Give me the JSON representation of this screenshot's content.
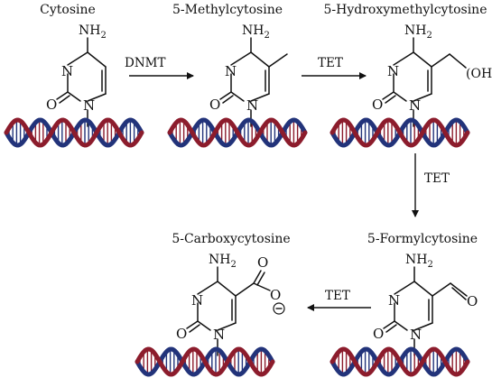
{
  "titles": {
    "cytosine": "Cytosine",
    "methyl": "5-Methylcytosine",
    "hydroxy": "5-Hydroxymethylcytosine",
    "formyl": "5-Formylcytosine",
    "carboxy": "5-Carboxycytosine"
  },
  "enzymes": {
    "dnmt": "DNMT",
    "tet1": "TET",
    "tet2": "TET",
    "tet3": "TET"
  },
  "atoms": {
    "N": "N",
    "O": "O",
    "NH": "NH",
    "sub2": "2",
    "OH": "OH",
    "minus": "−"
  },
  "colors": {
    "helix_blue": "#22337a",
    "helix_red": "#8c1c2c",
    "rung_blue": "#22337a",
    "rung_red": "#8c1c2c",
    "ink": "#111111"
  }
}
